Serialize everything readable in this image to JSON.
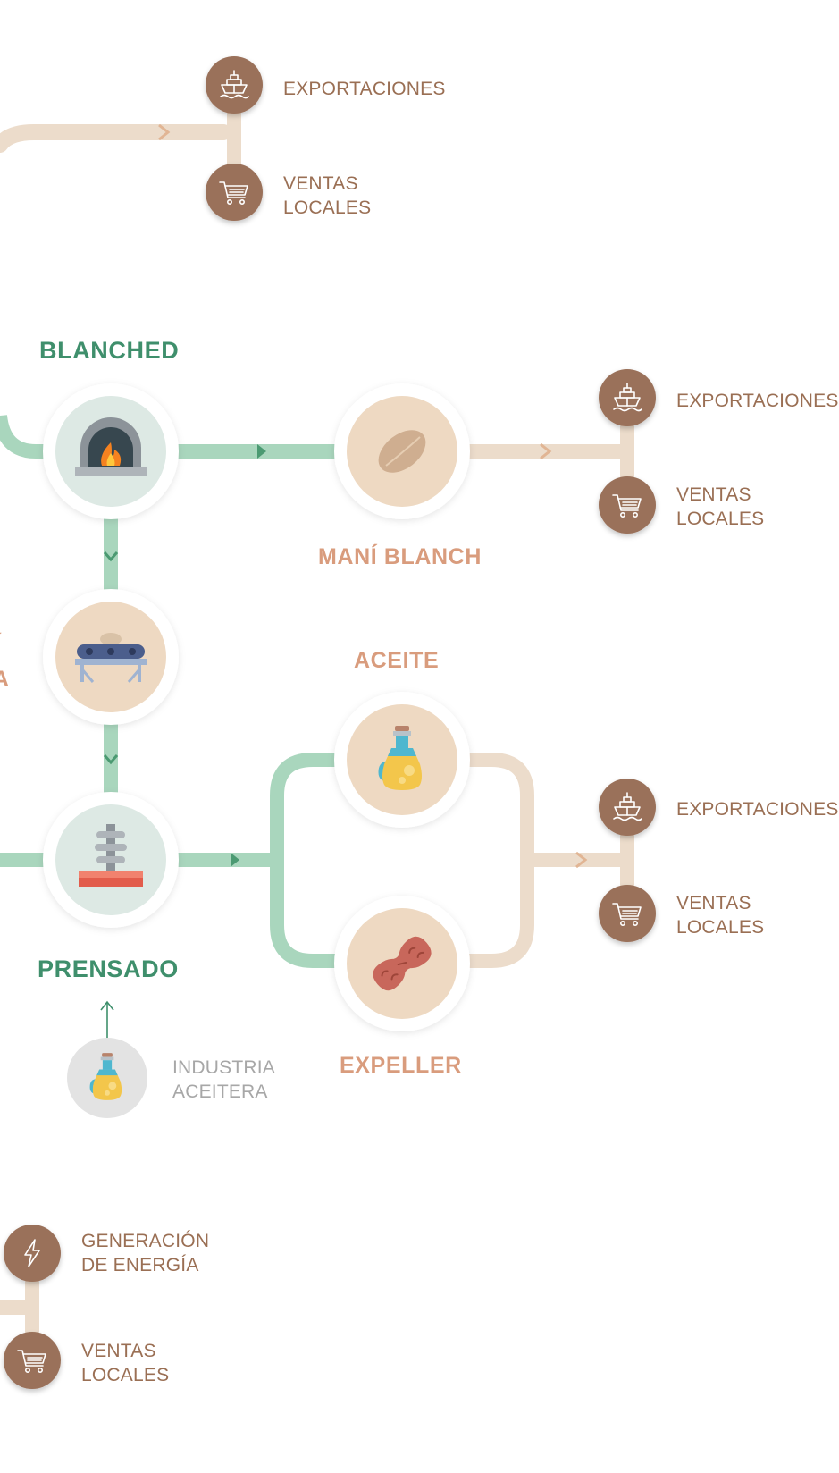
{
  "colors": {
    "green_flow": "#a9d6bd",
    "green_arrow": "#4b9a72",
    "beige_flow": "#ecdccb",
    "beige_arrow": "#e1b594",
    "brown_circle": "#9a715a",
    "green_title": "#3f8f6c",
    "orange_title": "#d99c7d",
    "dest_text": "#9a6f54",
    "grey_text": "#a7a7a7"
  },
  "top": {
    "exports": "EXPORTACIONES",
    "sales_l1": "VENTAS",
    "sales_l2": "LOCALES"
  },
  "blanched": {
    "title": "BLANCHED",
    "icon": "oven-icon"
  },
  "mani_blanch": {
    "title": "MANÍ BLANCH",
    "icon": "peanut-kernel-icon",
    "exports": "EXPORTACIONES",
    "sales_l1": "VENTAS",
    "sales_l2": "LOCALES"
  },
  "conveyor": {
    "icon": "conveyor-belt-icon",
    "side_fragment_1": "Í",
    "side_fragment_2": "A"
  },
  "prensado": {
    "title": "PRENSADO",
    "icon": "press-icon"
  },
  "aceite": {
    "title": "ACEITE",
    "icon": "oil-bottle-icon"
  },
  "expeller": {
    "title": "EXPELLER",
    "icon": "peanut-shell-icon"
  },
  "oil_dest": {
    "exports": "EXPORTACIONES",
    "sales_l1": "VENTAS",
    "sales_l2": "LOCALES"
  },
  "industria": {
    "label_l1": "INDUSTRIA",
    "label_l2": "ACEITERA",
    "icon": "oil-bottle-icon"
  },
  "bottom": {
    "energy_l1": "GENERACIÓN",
    "energy_l2": "DE ENERGÍA",
    "sales_l1": "VENTAS",
    "sales_l2": "LOCALES",
    "icons": [
      "lightning-icon",
      "cart-icon"
    ]
  }
}
